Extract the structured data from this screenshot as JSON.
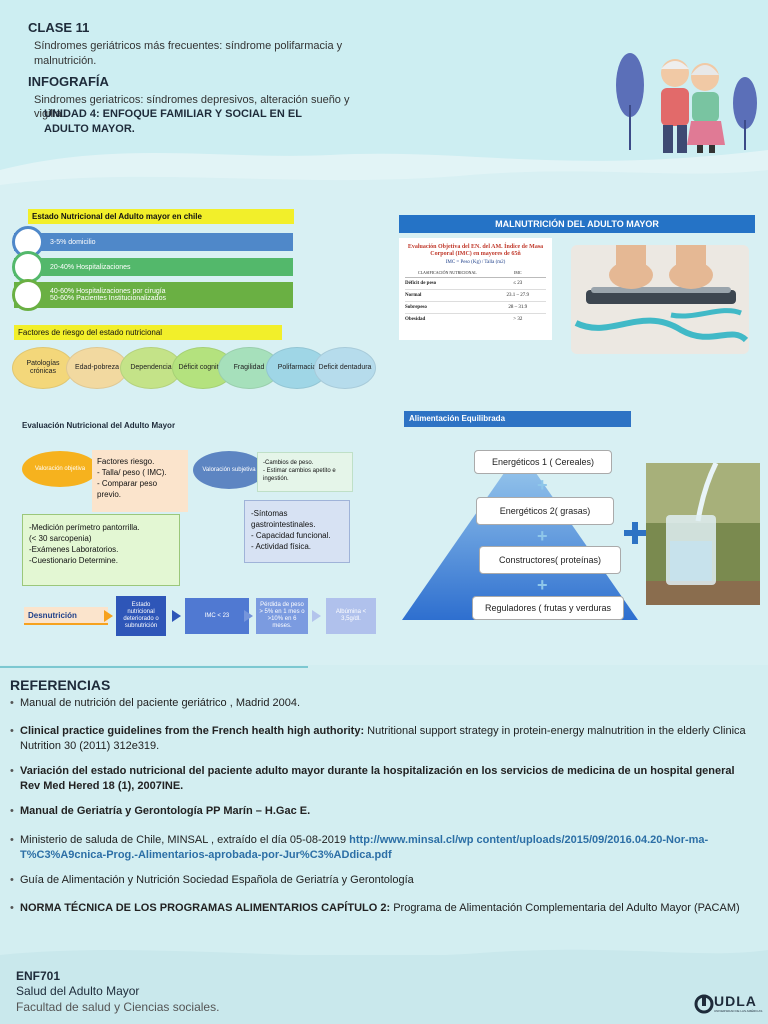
{
  "header": {
    "clase_title": "CLASE 11",
    "clase_text": "Síndromes geriátricos más frecuentes: síndrome polifarmacia y malnutrición.",
    "infografia_title": "INFOGRAFÍA",
    "infografia_text": "Sindromes geriatricos: síndromes depresivos, alteración sueño y vigilia.",
    "unidad_text": "UNIDAD 4: ENFOQUE FAMILIAR Y SOCIAL EN EL ADULTO MAYOR."
  },
  "estado": {
    "title": "Estado Nutricional del Adulto mayor en chile",
    "rows": [
      {
        "text": "3-5% domicilio",
        "color": "#4f88c9"
      },
      {
        "text": "20-40% Hospitalizaciones",
        "color": "#53b86b"
      },
      {
        "text1": "40-60% Hospitalizaciones por cirugía",
        "text2": "50-60% Pacientes Institucionalizados",
        "color": "#6ab043"
      }
    ]
  },
  "factores": {
    "title": "Factores de riesgo del estado nutricional",
    "items": [
      "Patologías crónicas",
      "Edad-pobreza",
      "Dependencia",
      "Déficit cognitivo",
      "Fragilidad",
      "Polifarmacia",
      "Deficit dentadura"
    ],
    "colors": [
      "#f3d77a",
      "#f2d9a0",
      "#c4e388",
      "#b4e27e",
      "#a6e0bb",
      "#9fd6e6",
      "#b6dcec"
    ]
  },
  "evaluacion": {
    "title": "Evaluación Nutricional del Adulto Mayor",
    "objetiva_label": "Valoración objetiva",
    "objetiva_items": [
      "Factores riesgo.",
      "- Talla/ peso ( IMC).",
      "- Comparar peso previo."
    ],
    "subjetiva_label": "Valoración subjetiva",
    "subjetiva_items": [
      "-Cambios de peso.",
      "- Estimar cambios apetito e ingestión."
    ],
    "green_items": [
      "-Medición perímetro pantorrilla.",
      "(< 30 sarcopenia)",
      "-Exámenes Laboratorios.",
      "-Cuestionario Determine."
    ],
    "blue_items": [
      "-Síntomas gastrointestinales.",
      "- Capacidad funcional.",
      "- Actividad física."
    ]
  },
  "desnutricion": {
    "label": "Desnutrición",
    "steps": [
      "Estado nutricional deteriorado o subnutrición",
      "IMC < 23",
      "Pérdida de peso > 5% en 1 mes o >10% en 6 meses.",
      "Albúmina < 3,5g/dl."
    ]
  },
  "malnutricion": {
    "title": "MALNUTRICIÓN DEL ADULTO MAYOR",
    "table_title": "Evaluación Objetiva del EN. del AM. Índice de Masa Corporal (IMC) en mayores de 65ñ",
    "formula": "IMC = Peso (Kg) / Talla (m2)",
    "col1": "CLASIFICACIÓN NUTRICIONAL",
    "col2": "IMC",
    "rows": [
      {
        "k": "Déficit de peso",
        "v": "≤ 23"
      },
      {
        "k": "Normal",
        "v": "23.1 – 27.9"
      },
      {
        "k": "Sobrepeso",
        "v": "28 – 31.9"
      },
      {
        "k": "Obesidad",
        "v": "> 32"
      }
    ]
  },
  "alimentacion": {
    "title": "Alimentación Equilibrada",
    "steps": [
      "Energéticos 1 ( Cereales)",
      "Energéticos 2( grasas)",
      "Constructores( proteínas)",
      "Reguladores ( frutas y verduras"
    ]
  },
  "referencias": {
    "title": "REFERENCIAS",
    "items": [
      {
        "bold": "",
        "text": "Manual de nutrición del paciente geriátrico , Madrid 2004."
      },
      {
        "bold": "Clinical practice guidelines from the French health high authority:",
        "text": " Nutritional support strategy in protein-energy malnutrition in the elderly Clinica Nutrition 30 (2011) 312e319."
      },
      {
        "bold": "Variación del estado nutricional del paciente adulto mayor durante la hospitalización en los servicios de medicina de un hospital general Rev Med Hered 18 (1), 2007INE.",
        "text": ""
      },
      {
        "bold": "Manual de Geriatría y Gerontología PP Marín – H.Gac E.",
        "text": ""
      },
      {
        "bold": "",
        "text": "Ministerio de saluda de Chile, MINSAL , extraído el día 05-08-2019 ",
        "link": "http://www.minsal.cl/wp content/uploads/2015/09/2016.04.20-Nor-ma-T%C3%A9cnica-Prog.-Alimentarios-aprobada-por-Jur%C3%ADdica.pdf"
      },
      {
        "bold": "",
        "text": "Guía de Alimentación y Nutrición Sociedad Española de Geriatría y Gerontología"
      },
      {
        "bold": "NORMA TÉCNICA DE LOS PROGRAMAS ALIMENTARIOS CAPÍTULO 2:",
        "text": " Programa de Alimentación Complementaria del Adulto Mayor (PACAM)"
      }
    ]
  },
  "footer": {
    "code": "ENF701",
    "course": "Salud del Adulto Mayor",
    "faculty": "Facultad de salud y Ciencias sociales.",
    "logo_text": "UDLA",
    "logo_sub": "UNIVERSIDAD DE LAS AMÉRICAS"
  }
}
